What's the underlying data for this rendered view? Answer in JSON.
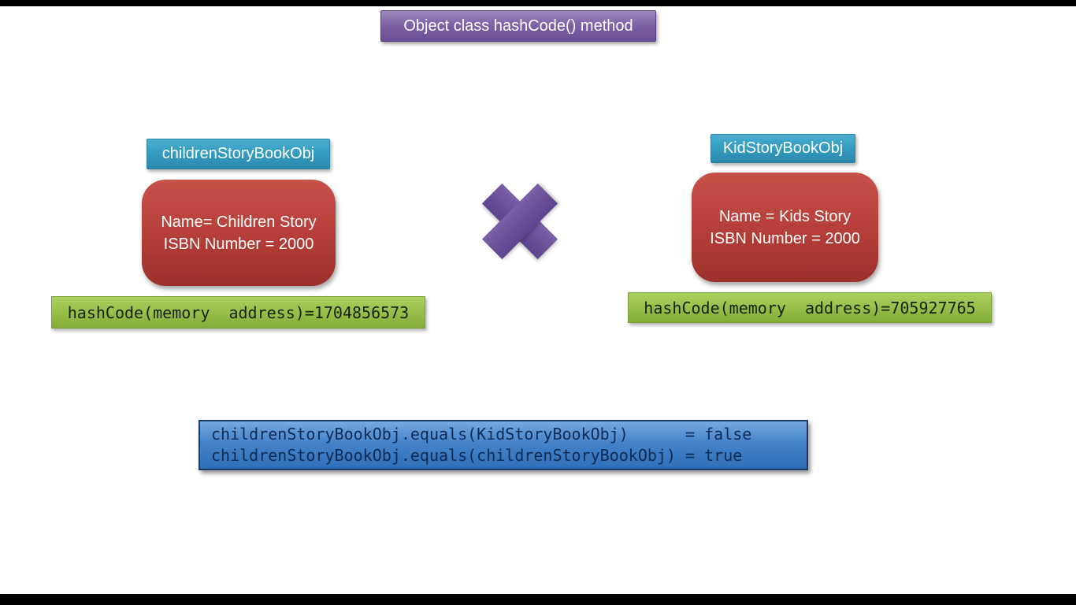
{
  "title": {
    "label": "Object class hashCode() method"
  },
  "left_object": {
    "label": "childrenStoryBookObj",
    "body_line1": "Name= Children Story",
    "body_line2": "ISBN Number = 2000",
    "hashcode": "hashCode(memory  address)=1704856573"
  },
  "right_object": {
    "label": "KidStoryBookObj",
    "body_line1": "Name = Kids Story",
    "body_line2": "ISBN Number = 2000",
    "hashcode": "hashCode(memory  address)=705927765"
  },
  "not_equal_icon": "purple-x-cross",
  "comparison": {
    "line1": "childrenStoryBookObj.equals(KidStoryBookObj)      = false",
    "line2": "childrenStoryBookObj.equals(childrenStoryBookObj) = true"
  },
  "colors": {
    "title_purple": "#7e63a6",
    "label_teal": "#3399bd",
    "object_red": "#b73f39",
    "hash_green": "#95bd47",
    "code_blue": "#4583c9",
    "code_border": "#1b3c67",
    "x_purple": "#684f97",
    "letterbox": "#000000",
    "slide_background": "#ffffff"
  }
}
